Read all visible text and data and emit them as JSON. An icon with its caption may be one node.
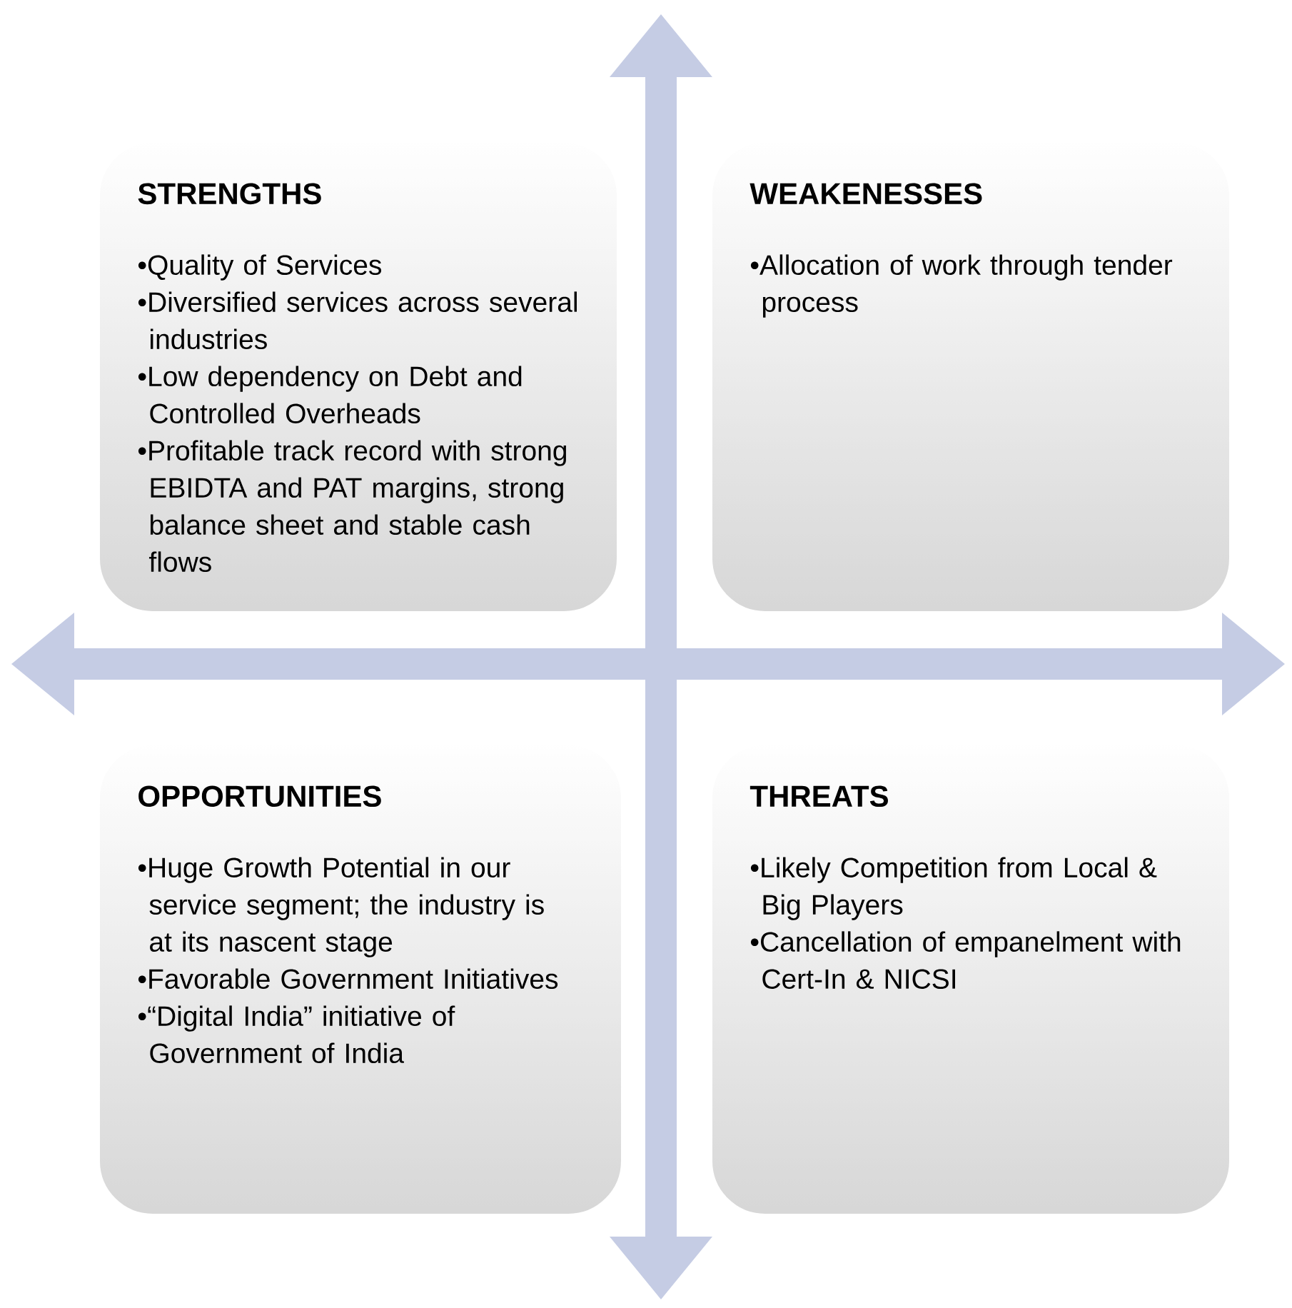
{
  "diagram": {
    "nodes": [
      {
        "text": [
          "STRENGTHS",
          "•Quality of Services",
          "•Diversified services across several industries",
          "•Low dependency on Debt and Controlled Overheads",
          "•Profitable track record with strong EBIDTA and PAT margins, strong balance sheet and stable cash flows"
        ]
      },
      {
        "text": [
          "WEAKENESSES",
          "•Allocation of work through tender process"
        ]
      },
      {
        "text": [
          "OPPORTUNITIES",
          "•Huge Growth Potential in our service segment; the industry is at its nascent stage",
          "•Favorable Government Initiatives",
          "•“Digital  India” initiative of Government of India"
        ]
      },
      {
        "text": [
          "THREATS",
          "•Likely Competition from Local & Big Players",
          "•Cancellation of empanelment with Cert-In & NICSI"
        ]
      }
    ]
  }
}
